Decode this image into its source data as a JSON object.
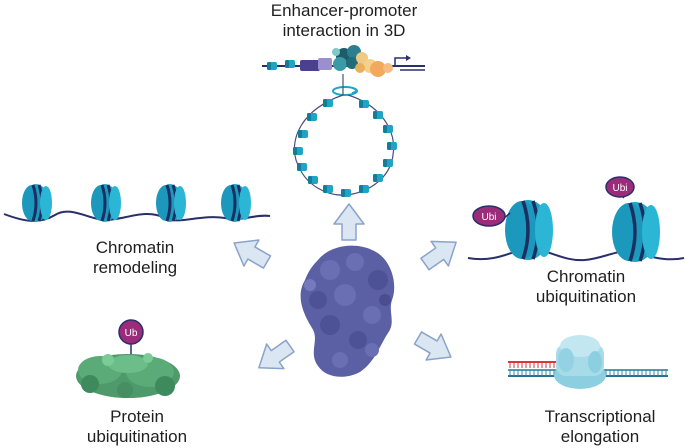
{
  "labels": {
    "enhancer": {
      "line1": "Enhancer-promoter",
      "line2": "interaction in 3D"
    },
    "remodeling": {
      "line1": "Chromatin",
      "line2": "remodeling"
    },
    "chromatin_ubi": {
      "line1": "Chromatin",
      "line2": "ubiquitination"
    },
    "protein_ubi": {
      "line1": "Protein",
      "line2": "ubiquitination"
    },
    "elongation": {
      "line1": "Transcriptional",
      "line2": "elongation"
    }
  },
  "tags": {
    "ubi": "Ubi",
    "ub": "Ub"
  },
  "colors": {
    "nucleosome": "#1fa4c6",
    "nucleosome_band": "#1b2f63",
    "dna": "#2a2f6b",
    "central_protein": "#5b5fa3",
    "arrow_fill": "#dbe6f3",
    "arrow_stroke": "#8aa3c8",
    "protein_green": "#4e9a6b",
    "ub_tag": "#9b2c7a",
    "polymerase": "#a7dbe8",
    "rna": "#d33a3a"
  }
}
